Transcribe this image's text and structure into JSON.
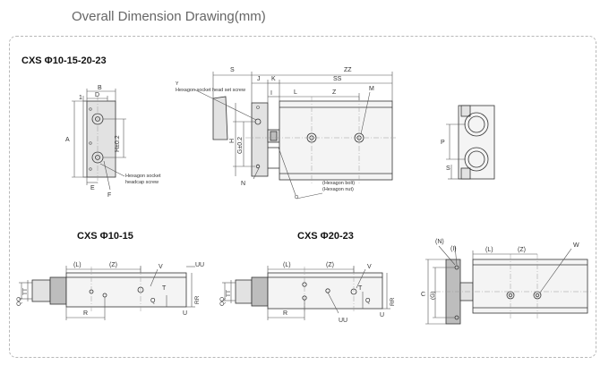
{
  "title": "Overall Dimension Drawing(mm)",
  "sections": {
    "main": "CXS Φ10-15-20-23",
    "small": "CXS Φ10-15",
    "large": "CXS Φ20-23"
  },
  "front_view": {
    "labels": [
      "B",
      "D",
      "1",
      "A",
      "H±0.2",
      "E",
      "F"
    ],
    "note_line1": "Hexagon socket",
    "note_line2": "headcap screw"
  },
  "side_view": {
    "labels": [
      "S",
      "J",
      "K",
      "ZZ",
      "SS",
      "L",
      "Z",
      "M",
      "I",
      "H",
      "G±0.2",
      "N"
    ],
    "y_label": "Y",
    "set_screw_note": "Hexagon socket head set screw",
    "bolt_note": "(Hexagon bolt)",
    "nut_note": "(Hexagon nut)"
  },
  "end_view": {
    "labels": [
      "P",
      "S"
    ]
  },
  "small_view": {
    "labels": [
      "(L)",
      "(Z)",
      "V",
      "UU",
      "TT",
      "QQ",
      "Q",
      "RR",
      "R",
      "U",
      "T"
    ]
  },
  "large_view": {
    "labels": [
      "(L)",
      "(Z)",
      "V",
      "QQ",
      "TT",
      "T",
      "RR",
      "R",
      "U",
      "UU",
      "Q"
    ]
  },
  "right_view": {
    "labels": [
      "(N)",
      "(I)",
      "(L)",
      "(Z)",
      "W",
      "C",
      "(G)"
    ]
  }
}
